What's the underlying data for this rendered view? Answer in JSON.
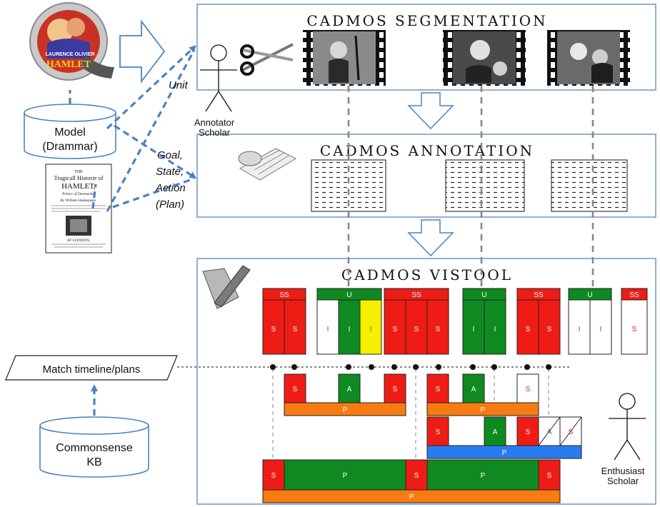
{
  "panels": {
    "segmentation": "CADMOS SEGMENTATION",
    "annotation": "CADMOS ANNOTATION",
    "vistool": "CADMOS VISTOOL"
  },
  "poster": {
    "title_line1": "LAURENCE OLIVIER",
    "title_line2": "HAMLET"
  },
  "book": {
    "line1": "THE",
    "line2": "Tragicall Historie of",
    "line3": "HAMLET,",
    "line4": "Prince of Denmarke.",
    "line5": "By William Shakespeare.",
    "line6": "AT LONDON,"
  },
  "left": {
    "model": "Model",
    "model_sub": "(Drammar)",
    "unit": "Unit",
    "goal": "Goal,",
    "state": "State,",
    "action": "Action",
    "plan": "(Plan)",
    "match": "Match timeline/plans",
    "kb1": "Commonsense",
    "kb2": "KB"
  },
  "actors": {
    "annotator1": "Annotator",
    "annotator2": "Scholar",
    "enthusiast1": "Enthusiast",
    "enthusiast2": "Scholar"
  },
  "vistool": {
    "headers": [
      "SS",
      "U",
      "SS",
      "U",
      "SS",
      "U",
      "SS"
    ],
    "cells": [
      "S",
      "S",
      "I",
      "I",
      "I",
      "S",
      "S",
      "S",
      "I",
      "I",
      "S",
      "S",
      "I",
      "I",
      "S"
    ],
    "row1": [
      "S",
      "A",
      "S",
      "S",
      "A",
      "S"
    ],
    "row2": [
      "S",
      "A",
      "S",
      "A",
      "S"
    ],
    "row3": [
      "S",
      "S",
      "S"
    ],
    "plan": "P"
  },
  "colors": {
    "red": "#ee1c14",
    "green": "#0e8a20",
    "yellow": "#f6f000",
    "orange": "#f77b10",
    "blue": "#2a7bf0",
    "panel_border": "#6f95c6",
    "arrow": "#4a82c4"
  }
}
